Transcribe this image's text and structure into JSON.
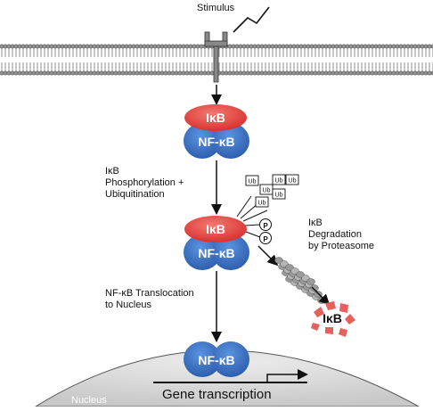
{
  "stimulus_label": "Stimulus",
  "step1_line1": "IκB",
  "step1_line2": "Phosphorylation +",
  "step1_line3": "Ubiquitination",
  "degradation_line1": "IκB",
  "degradation_line2": "Degradation",
  "degradation_line3": "by Proteasome",
  "translocation_line1": "NF-κB Translocation",
  "translocation_line2": "to Nucleus",
  "ikb_label": "IκB",
  "nfkb_label": "NF-κB",
  "ub_label": "Ub",
  "phospho_label": "P",
  "degraded_ikb_label": "IκB",
  "nucleus_label": "Nucleus",
  "gene_label": "Gene transcription",
  "colors": {
    "ikb_red": "#e8433f",
    "nfkb_blue": "#3a73c8",
    "nucleus_gray": "#dcdcdc",
    "membrane_gray": "#8a8a8a",
    "proteasome_gray": "#a8a8a8"
  }
}
